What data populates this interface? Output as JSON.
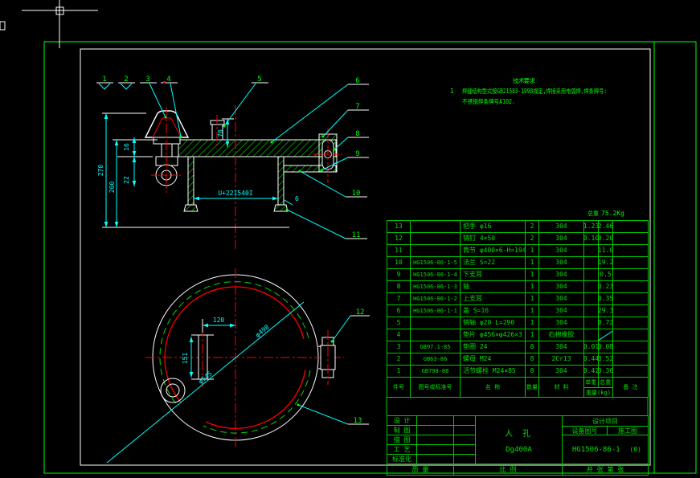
{
  "colors": {
    "line_green": "#00ff00",
    "dim_cyan": "#00ffff",
    "center_red": "#ff0000",
    "white": "#ffffff",
    "bg": "#000000"
  },
  "notes": {
    "no": "1",
    "title": "技术要求",
    "line1": "焊缝结构型式按GB21583-1998规定,焊接采用电弧焊,焊条牌号:",
    "line2": "不锈钢焊条牌号A102."
  },
  "weight_note": {
    "label": "总重",
    "value": "75.2Kg"
  },
  "dims": {
    "d270": "270",
    "d200": "200",
    "d22": "22",
    "d16": "16",
    "d70": "70",
    "d540": "U+22I540I",
    "d6": "6",
    "d120": "120",
    "d151": "151",
    "d498": "φ498",
    "d545": "φ545"
  },
  "balloons": {
    "b1": "1",
    "b2": "2",
    "b3": "3",
    "b4": "4",
    "b5": "5",
    "b6": "6",
    "b7": "7",
    "b8": "8",
    "b9": "9",
    "b10": "10",
    "b11": "11",
    "b12": "12",
    "b13": "13"
  },
  "bom": {
    "header": {
      "part_no": "件号",
      "code": "图号或标准号",
      "name": "名  称",
      "qty": "数量",
      "material": "材 料",
      "unit_weight": "单重",
      "total_weight": "总重",
      "weight_unit": "重量(kg)",
      "remarks": "备 注"
    },
    "rows": [
      {
        "no": "13",
        "code": "",
        "name": "把手  φ16",
        "qty": "2",
        "mat": "304",
        "uw": "1.23",
        "tw": "2.46"
      },
      {
        "no": "12",
        "code": "",
        "name": "销钉  4×50",
        "qty": "2",
        "mat": "304",
        "uw": "0.10",
        "tw": "0.20"
      },
      {
        "no": "11",
        "code": "",
        "name": "筒节  φ400×6-H=194",
        "qty": "1",
        "mat": "304",
        "uw": "",
        "tw": "11.0"
      },
      {
        "no": "10",
        "code": "HG1506-86-1-5",
        "name": "法兰  S=22",
        "qty": "1",
        "mat": "304",
        "uw": "",
        "tw": "19.2"
      },
      {
        "no": "9",
        "code": "HG1506-86-1-4",
        "name": "下支耳",
        "qty": "1",
        "mat": "304",
        "uw": "",
        "tw": "0.5"
      },
      {
        "no": "8",
        "code": "HG1506-86-1-3",
        "name": "轴",
        "qty": "1",
        "mat": "304",
        "uw": "",
        "tw": "0.23"
      },
      {
        "no": "7",
        "code": "HG1506-86-1-2",
        "name": "上支耳",
        "qty": "1",
        "mat": "304",
        "uw": "",
        "tw": "0.35"
      },
      {
        "no": "6",
        "code": "HG1506-86-1-1",
        "name": "盖  S=16",
        "qty": "1",
        "mat": "304",
        "uw": "",
        "tw": "29.3"
      },
      {
        "no": "5",
        "code": "",
        "name": "销轴  φ20 L=290",
        "qty": "1",
        "mat": "304",
        "uw": "",
        "tw": "0.72"
      },
      {
        "no": "4",
        "code": "",
        "name": "垫片  φ456×φ426×3",
        "qty": "1",
        "mat": "石棉橡胶",
        "uw": "",
        "tw": "",
        "diag": true
      },
      {
        "no": "3",
        "code": "GB97.1-85",
        "name": "垫圈  24",
        "qty": "8",
        "mat": "304",
        "uw": "0.01",
        "tw": "0.08"
      },
      {
        "no": "2",
        "code": "GB63-86",
        "name": "螺母  M24",
        "qty": "8",
        "mat": "2Cr13",
        "uw": "0.44",
        "tw": "3.52"
      },
      {
        "no": "1",
        "code": "GB798-88",
        "name": "活节螺栓  M24×85",
        "qty": "8",
        "mat": "304",
        "uw": "0.42",
        "tw": "3.36"
      }
    ]
  },
  "title_block": {
    "rows": [
      "设  计",
      "制  图",
      "描  图",
      "工  艺",
      "标准化"
    ],
    "part_name": "人  孔",
    "part_spec": "Dg400A",
    "project_label": "设计项目",
    "device_label": "设备图号",
    "construction_label": "施工图",
    "drawing_no": "HG1506-86-1",
    "sheet_mark": "(0)",
    "bottom": {
      "mass": "质  量",
      "scale": "比  例",
      "sheets": "共  张  第  张"
    }
  }
}
